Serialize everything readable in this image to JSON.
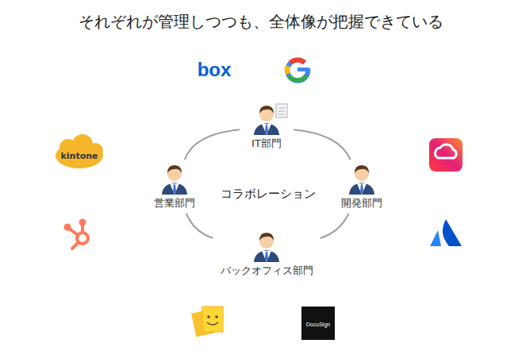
{
  "diagram": {
    "title": "それぞれが管理しつつも、全体像が把握できている",
    "nodes": [
      {
        "text": [
          "IT部門"
        ]
      },
      {
        "text": [
          "営業部門"
        ]
      },
      {
        "text": [
          "開発部門"
        ]
      },
      {
        "text": [
          "バックオフィス部門"
        ]
      }
    ],
    "edges": [
      {
        "from": 0,
        "to": 2,
        "arrow": "none"
      },
      {
        "from": 2,
        "to": 3,
        "arrow": "none"
      },
      {
        "from": 3,
        "to": 1,
        "arrow": "none"
      },
      {
        "from": 1,
        "to": 0,
        "arrow": "none"
      }
    ],
    "labels": [
      "コラボレーション",
      "box",
      "kintone",
      "DocuSign"
    ]
  }
}
